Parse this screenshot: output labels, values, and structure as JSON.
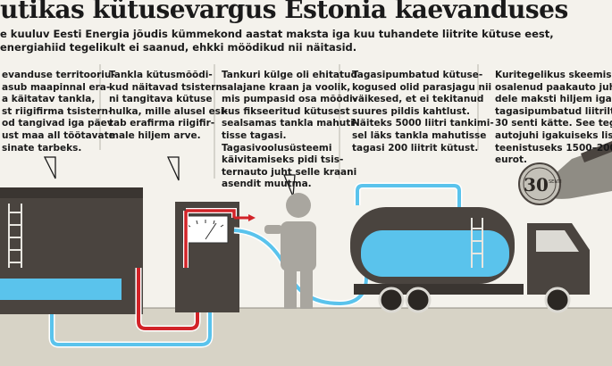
{
  "headline": "utikas kütusevargus Estonia kaevanduses",
  "lede": [
    "e kuuluv Eesti Energia jõudis kümmekond aastat maksta iga kuu tuhandete liitrite kütuse eest,",
    "energiahiid tegelikult ei saanud, ehkki möödikud nii näitasid."
  ],
  "callouts": [
    [
      "evanduse territooriu-",
      "asub maapinnal era-",
      "a käitatav tankla,",
      "st riigifirma tsistern-",
      "od tangivad iga päev",
      "ust maa all töötavate",
      "sinate tarbeks."
    ],
    [
      "Tankla kütusmõõdi-",
      "kud näitavad tsistern-",
      "ni tangitava kütuse",
      "hulka, mille alusel esi-",
      "tab erafirma riigifir-",
      "male hiljem arve."
    ],
    [
      "Tankuri külge oli ehitatud",
      "salajane kraan ja voolik,",
      "mis pumpasid osa mõõdi-",
      "kus fikseeritud kütusest",
      "sealsamas tankla mahuti-",
      "tisse tagasi.",
      "Tagasivoolusüsteemi",
      "käivitamiseks pidi tsis-",
      "ternauto juht selle kraani",
      "asendit muutma."
    ],
    [
      "Tagasipumbatud kütuse-",
      "kogused olid parasjagu nii",
      "väikesed, et ei tekitanud",
      "suures pildis kahtlust.",
      "Näiteks 5000 liitri tankimi-",
      "sel läks tankla mahutisse",
      "tagasi 200 liitrit kütust."
    ],
    [
      "Kuritegelikus skeemis",
      "osalenud paakauto juhti-",
      "dele maksti hiljem igalt",
      "tagasipumbatud liitrilt",
      "30 senti kätte. See tegi",
      "autojuhi igakuiseks lisa-",
      "teenistuseks 1500–2000",
      "eurot."
    ]
  ],
  "coin": {
    "value": "30",
    "unit": "SENTI"
  },
  "colors": {
    "water": "#5ac3ec",
    "red": "#d22328",
    "tank": "#4a443f",
    "ground": "#d7d3c6"
  }
}
